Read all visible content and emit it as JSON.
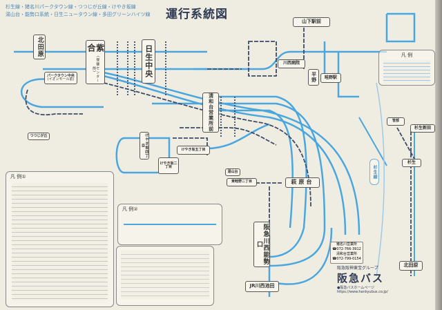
{
  "header": {
    "routes_line1": "杉生線・猪名川パークタウン線・つつじが丘線・けやき坂線",
    "routes_line2": "湯山台・能勢口系統・日生ニュータウン線・多田グリーンハイツ線",
    "title": "運行系統図"
  },
  "stations": {
    "kitatawara_left": "北田原",
    "tondo": "紫合",
    "tondo_sub": "(保健センター前)",
    "nissei_chuo": "日生中央",
    "yamashita": "山下駅前",
    "kawanishi_hospital": "川西病院",
    "hirano": "平野",
    "uneno": "畦野駅",
    "seiwadai": "清和台営業所前",
    "parktown": "パークタウン中央",
    "parktown_sub": "(イオンモール前)",
    "keyakizaka4": "けやき坂四丁目",
    "keyakizaka2": "けやき坂二丁目",
    "keyakizaka5": "けやき坂五丁目",
    "yuyamadai": "湯山台",
    "higashiuneno2": "東畦野二丁目",
    "hagiharadai": "萩原台",
    "noseguchi": "阪急川西能勢口",
    "jr_ikeda": "JR川西池田",
    "sugao_shinden": "杉生新田",
    "sugao": "杉生",
    "sasabe": "笹部",
    "kitatawara_right": "北田原",
    "sugao_line": "杉生線",
    "tsutsujigaoka": "つつじが丘"
  },
  "legend": {
    "legend1_title": "凡 例①",
    "legend2_title": "凡 例②",
    "legend3_title": "凡 例"
  },
  "footer": {
    "office1": "猪名川営業所",
    "phone1": "☎072-766-3912",
    "office2": "清和台営業所",
    "phone2": "☎072-799-0154",
    "group": "阪急阪神東宝グループ",
    "brand": "阪急バス",
    "homepage_label": "●阪急バスホームページ",
    "url": "https://www.hankyubus.co.jp/"
  },
  "colors": {
    "light_route": "#4aa6de",
    "dark_route": "#3d4b68",
    "board": "#efece1"
  }
}
